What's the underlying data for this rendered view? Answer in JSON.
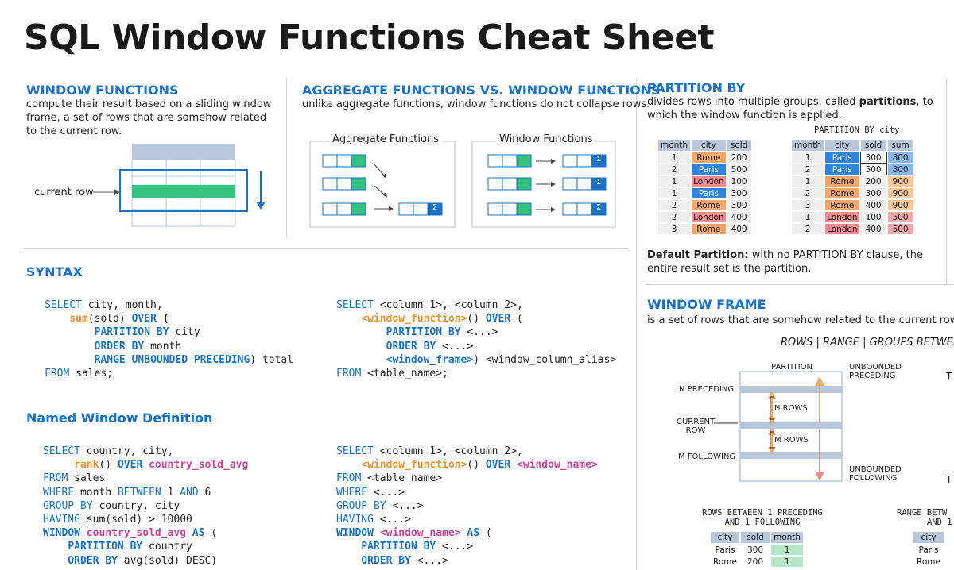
{
  "title": "SQL Window Functions Cheat Sheet",
  "window_functions": {
    "heading": "WINDOW FUNCTIONS",
    "description": "compute their result based on a sliding window frame, a set of rows that are somehow related to the current row.",
    "current_row_label": "current row"
  },
  "aggregate_vs_window": {
    "heading": "AGGREGATE FUNCTIONS VS. WINDOW FUNCTIONS",
    "description": "unlike aggregate functions, window functions do not collapse rows.",
    "aggregate_label": "Aggregate Functions",
    "window_label": "Window Functions",
    "sigma": "Σ"
  },
  "partition_by": {
    "heading": "PARTITION BY",
    "description_before": "divides rows into multiple groups, called ",
    "description_bold": "partitions",
    "description_after": ", to which the window function is applied.",
    "right_caption": "PARTITION BY city",
    "left_headers": [
      "month",
      "city",
      "sold"
    ],
    "left_rows": [
      [
        "1",
        "Rome",
        "200"
      ],
      [
        "2",
        "Paris",
        "500"
      ],
      [
        "1",
        "London",
        "100"
      ],
      [
        "1",
        "Paris",
        "300"
      ],
      [
        "2",
        "Rome",
        "300"
      ],
      [
        "2",
        "London",
        "400"
      ],
      [
        "3",
        "Rome",
        "400"
      ]
    ],
    "right_headers": [
      "month",
      "city",
      "sold",
      "sum"
    ],
    "right_rows": [
      [
        "1",
        "Paris",
        "300",
        "800"
      ],
      [
        "2",
        "Paris",
        "500",
        "800"
      ],
      [
        "1",
        "Rome",
        "200",
        "900"
      ],
      [
        "2",
        "Rome",
        "300",
        "900"
      ],
      [
        "3",
        "Rome",
        "400",
        "900"
      ],
      [
        "1",
        "London",
        "100",
        "500"
      ],
      [
        "2",
        "London",
        "400",
        "500"
      ]
    ],
    "default_bold": "Default Partition:",
    "default_text": " with no PARTITION BY clause, the entire result set is the partition."
  },
  "syntax": {
    "heading": "SYNTAX"
  },
  "named_window": {
    "heading": "Named Window Definition"
  },
  "window_frame": {
    "heading": "WINDOW FRAME",
    "description": "is a set of rows that are somehow related to the current row. The",
    "modes": "ROWS | RANGE | GROUPS BETWEEN",
    "partition_label": "PARTITION",
    "unbounded_preceding": [
      "UNBOUNDED",
      "PRECEDING"
    ],
    "unbounded_following": [
      "UNBOUNDED",
      "FOLLOWING"
    ],
    "n_preceding": "N PRECEDING",
    "current_row": [
      "CURRENT",
      "ROW"
    ],
    "m_following": "M FOLLOWING",
    "n_rows": "N ROWS",
    "m_rows": "M ROWS",
    "cut_t": "T"
  },
  "rows_between": {
    "caption": [
      "ROWS BETWEEN 1 PRECEDING",
      "AND 1 FOLLOWING"
    ],
    "headers": [
      "city",
      "sold",
      "month"
    ],
    "rows": [
      [
        "Paris",
        "300",
        "1"
      ],
      [
        "Rome",
        "200",
        "1"
      ]
    ]
  },
  "range_between": {
    "caption": [
      "RANGE BETW",
      "AND 1"
    ],
    "headers": [
      "city"
    ],
    "rows": [
      [
        "Paris"
      ],
      [
        "Rome"
      ]
    ]
  }
}
